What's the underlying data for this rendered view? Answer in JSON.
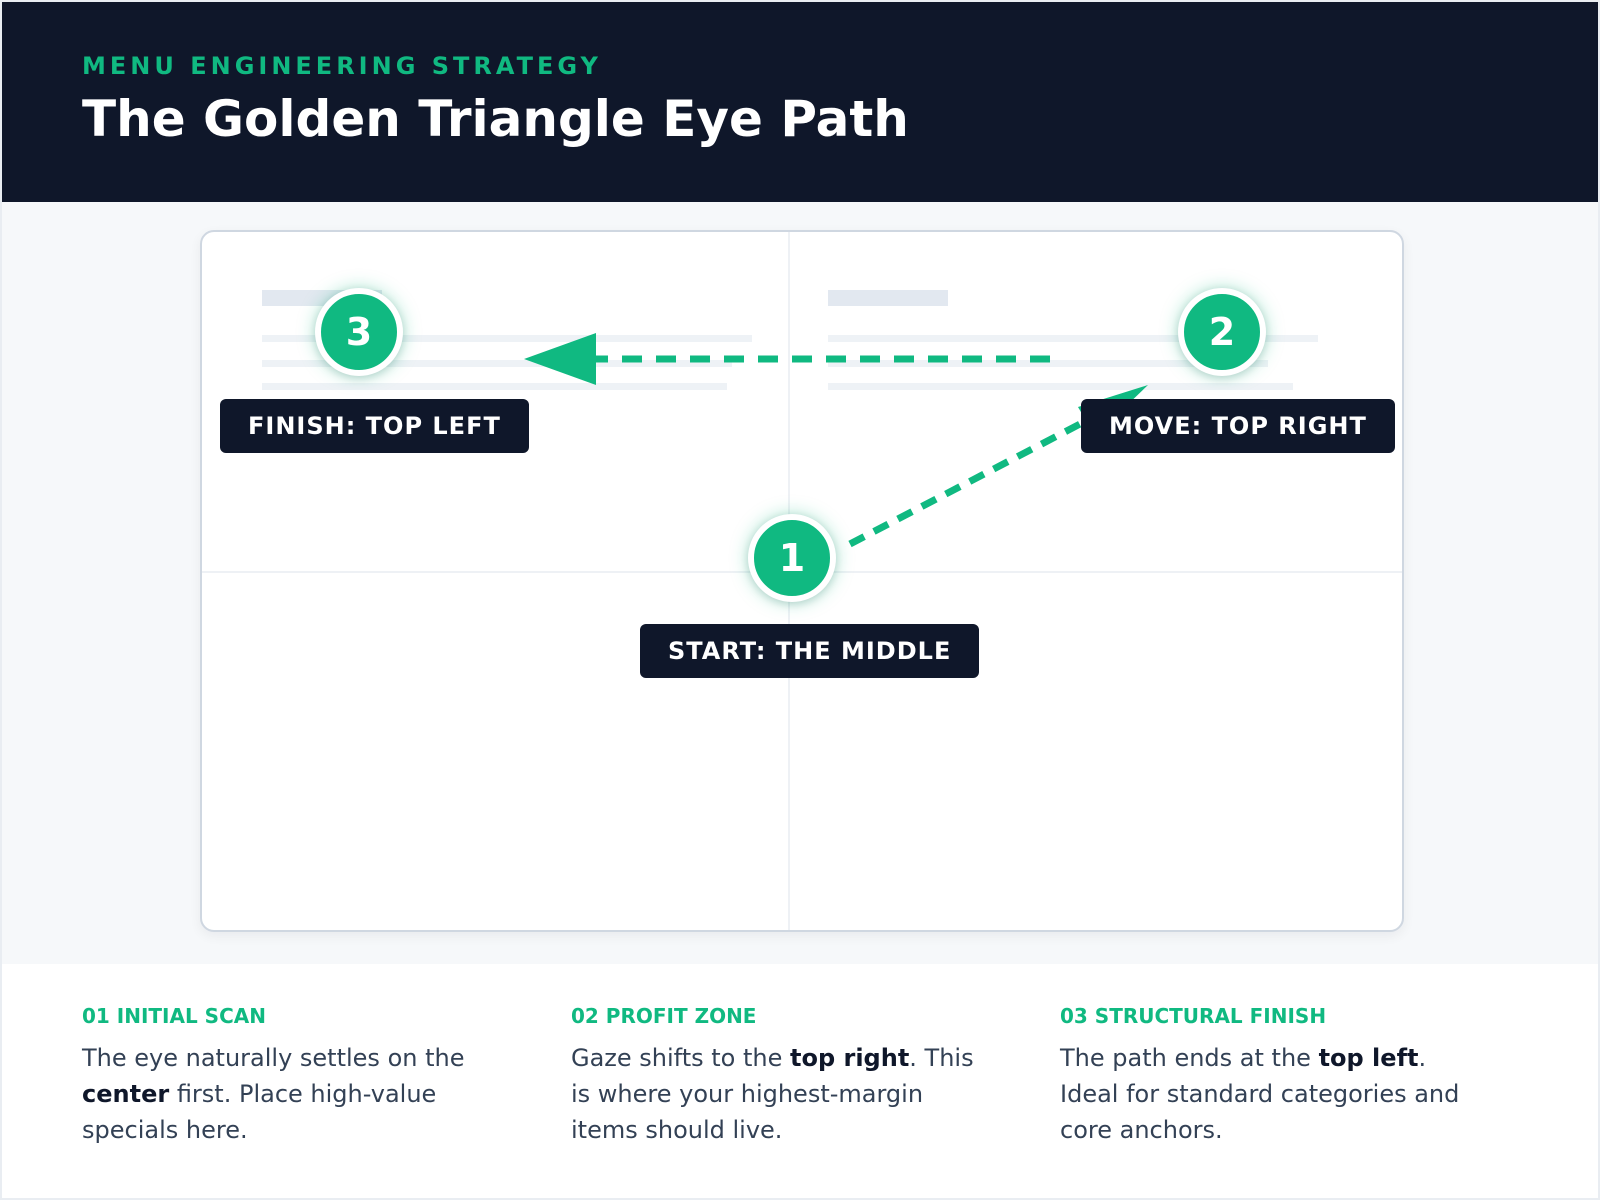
{
  "header": {
    "eyebrow": "MENU ENGINEERING STRATEGY",
    "title": "The Golden Triangle Eye Path"
  },
  "diagram": {
    "accent_color": "#10b981",
    "dark_color": "#0f172a",
    "steps": [
      {
        "number": "1",
        "label": "START: THE MIDDLE"
      },
      {
        "number": "2",
        "label": "MOVE: TOP RIGHT"
      },
      {
        "number": "3",
        "label": "FINISH: TOP LEFT"
      }
    ]
  },
  "notes": [
    {
      "heading": "01 INITIAL SCAN",
      "text_1": "The eye naturally settles on the ",
      "bold": "center",
      "text_2": " first. Place high-value specials here."
    },
    {
      "heading": "02 PROFIT ZONE",
      "text_1": "Gaze shifts to the ",
      "bold": "top right",
      "text_2": ". This is where your highest-margin items should live."
    },
    {
      "heading": "03 STRUCTURAL FINISH",
      "text_1": "The path ends at the ",
      "bold": "top left",
      "text_2": ". Ideal for standard categories and core anchors."
    }
  ]
}
